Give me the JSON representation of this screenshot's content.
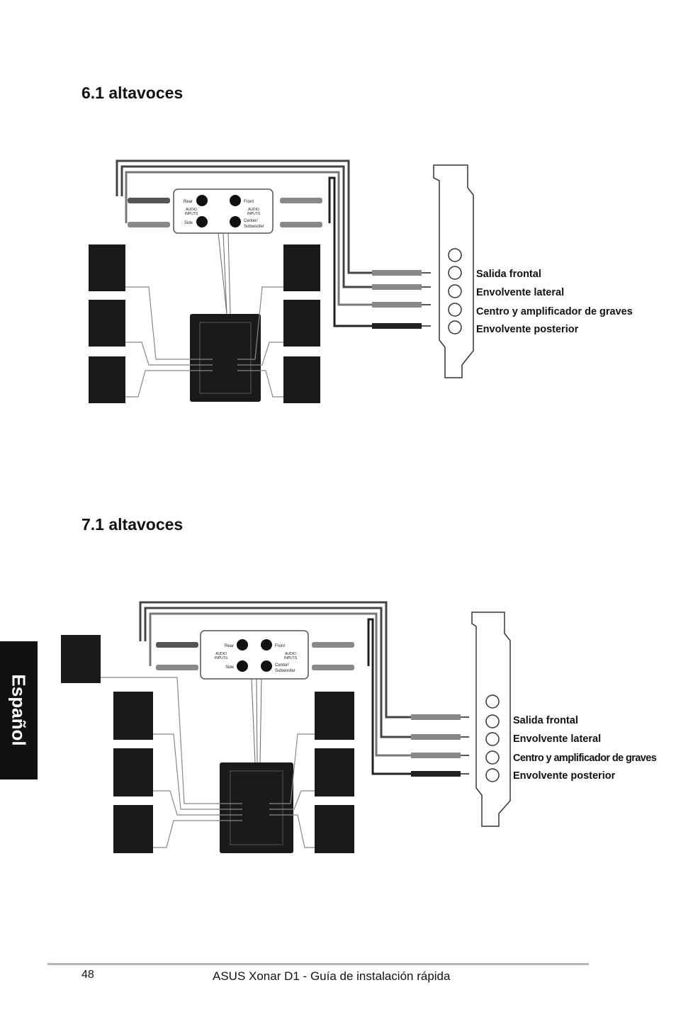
{
  "sections": [
    {
      "title": "6.1 altavoces",
      "panel": {
        "rear": "Rear",
        "front": "Front",
        "side": "Side",
        "center": "Center/",
        "subwoofer": "Subwoofer",
        "audio_inputs": "AUDIO",
        "inputs": "INPUTS"
      },
      "outputs": [
        "Salida frontal",
        "Envolvente lateral",
        "Centro y amplificador de graves",
        "Envolvente posterior"
      ]
    },
    {
      "title": "7.1 altavoces",
      "panel": {
        "rear": "Rear",
        "front": "Front",
        "side": "Side",
        "center": "Center/",
        "subwoofer": "Subwoofer",
        "audio_inputs": "AUDIO",
        "inputs": "INPUTS"
      },
      "outputs": [
        "Salida frontal",
        "Envolvente lateral",
        "Centro y amplificador de graves",
        "Envolvente posterior"
      ]
    }
  ],
  "side_tab": "Español",
  "footer": {
    "page_number": "48",
    "doc_title": "ASUS Xonar D1 - Guía de instalación rápida"
  }
}
